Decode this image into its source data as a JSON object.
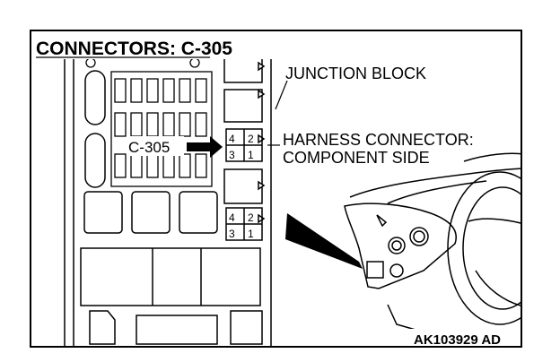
{
  "diagram": {
    "title": "CONNECTORS: C-305",
    "labels": {
      "junction_block": "JUNCTION BLOCK",
      "harness_line1": "HARNESS CONNECTOR:",
      "harness_line2": "COMPONENT SIDE",
      "connector_id": "C-305",
      "figure_code": "AK103929 AD"
    },
    "connector_pins": {
      "top_row": [
        "4",
        "3"
      ],
      "bottom_row": [
        "2",
        "1"
      ]
    }
  }
}
